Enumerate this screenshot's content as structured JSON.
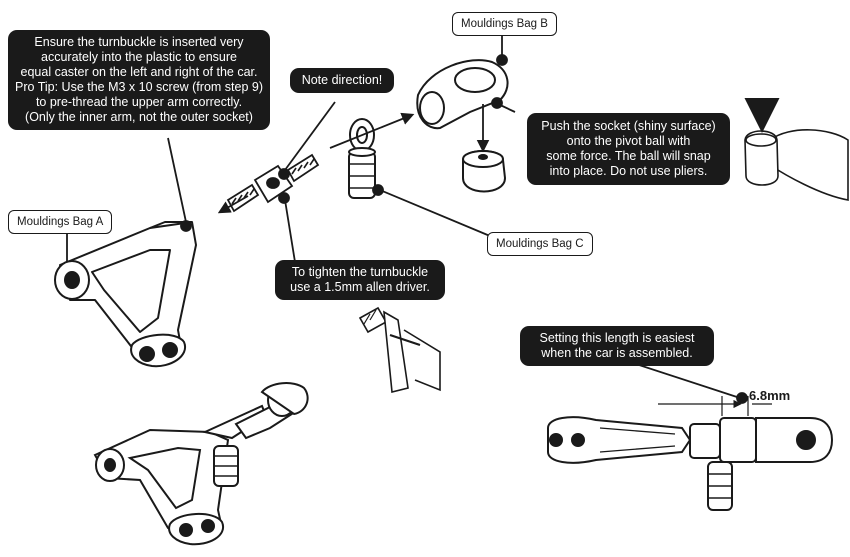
{
  "callouts": {
    "turnbuckle_insert": [
      "Ensure the turnbuckle  is inserted very",
      "accurately  into the plastic to ensure",
      "equal caster on the left and right of the car.",
      "Pro Tip: Use the M3 x 10 screw (from step 9)",
      "to pre-thread the upper arm correctly.",
      "(Only the inner arm, not the outer socket)"
    ],
    "note_direction": [
      "Note direction!"
    ],
    "push_socket": [
      "Push the socket (shiny surface)",
      "onto the pivot ball with",
      "some force.  The ball will snap",
      "into place.  Do not use pliers."
    ],
    "tighten": [
      "To tighten the turnbuckle",
      "use a 1.5mm allen driver."
    ],
    "length_setting": [
      "Setting this length is easiest",
      "when the car is assembled."
    ]
  },
  "tags": {
    "bag_a": "Mouldings Bag A",
    "bag_b": "Mouldings Bag B",
    "bag_c": "Mouldings Bag C"
  },
  "dimension": {
    "value": "6.8mm"
  }
}
